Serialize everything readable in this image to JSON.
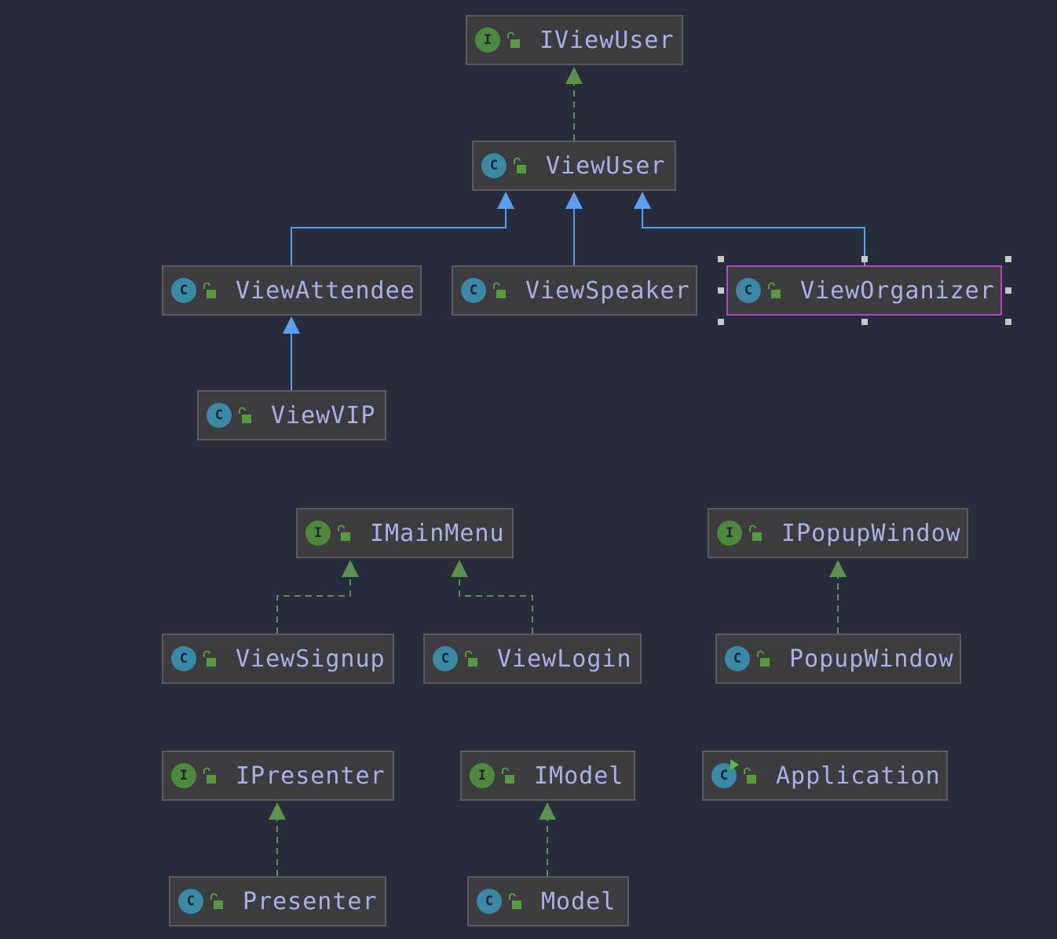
{
  "nodes": {
    "iviewuser": {
      "label": "IViewUser",
      "kind": "interface",
      "kind_letter": "I"
    },
    "viewuser": {
      "label": "ViewUser",
      "kind": "class",
      "kind_letter": "C"
    },
    "viewattendee": {
      "label": "ViewAttendee",
      "kind": "class",
      "kind_letter": "C"
    },
    "viewspeaker": {
      "label": "ViewSpeaker",
      "kind": "class",
      "kind_letter": "C"
    },
    "vieworganizer": {
      "label": "ViewOrganizer",
      "kind": "class",
      "kind_letter": "C",
      "selected": true
    },
    "viewvip": {
      "label": "ViewVIP",
      "kind": "class",
      "kind_letter": "C"
    },
    "imainmenu": {
      "label": "IMainMenu",
      "kind": "interface",
      "kind_letter": "I"
    },
    "ipopupwindow": {
      "label": "IPopupWindow",
      "kind": "interface",
      "kind_letter": "I"
    },
    "viewsignup": {
      "label": "ViewSignup",
      "kind": "class",
      "kind_letter": "C"
    },
    "viewlogin": {
      "label": "ViewLogin",
      "kind": "class",
      "kind_letter": "C"
    },
    "popupwindow": {
      "label": "PopupWindow",
      "kind": "class",
      "kind_letter": "C"
    },
    "ipresenter": {
      "label": "IPresenter",
      "kind": "interface",
      "kind_letter": "I"
    },
    "imodel": {
      "label": "IModel",
      "kind": "interface",
      "kind_letter": "I"
    },
    "application": {
      "label": "Application",
      "kind": "runnable-class",
      "kind_letter": "C"
    },
    "presenter": {
      "label": "Presenter",
      "kind": "class",
      "kind_letter": "C"
    },
    "model": {
      "label": "Model",
      "kind": "class",
      "kind_letter": "C"
    }
  },
  "edges": [
    {
      "from": "viewuser",
      "to": "iviewuser",
      "type": "realization"
    },
    {
      "from": "viewattendee",
      "to": "viewuser",
      "type": "generalization"
    },
    {
      "from": "viewspeaker",
      "to": "viewuser",
      "type": "generalization"
    },
    {
      "from": "vieworganizer",
      "to": "viewuser",
      "type": "generalization"
    },
    {
      "from": "viewvip",
      "to": "viewattendee",
      "type": "generalization"
    },
    {
      "from": "viewsignup",
      "to": "imainmenu",
      "type": "realization"
    },
    {
      "from": "viewlogin",
      "to": "imainmenu",
      "type": "realization"
    },
    {
      "from": "popupwindow",
      "to": "ipopupwindow",
      "type": "realization"
    },
    {
      "from": "presenter",
      "to": "ipresenter",
      "type": "realization"
    },
    {
      "from": "model",
      "to": "imodel",
      "type": "realization"
    }
  ],
  "colors": {
    "background": "#282b3a",
    "node_fill": "#3c3c3e",
    "node_border": "#5b5c5e",
    "selected_border": "#b04ac6",
    "label": "#a9b2e6",
    "interface_icon": "#4e8a3d",
    "class_icon": "#3a8aa6",
    "lock_icon": "#5a9a3e",
    "generalization_edge": "#5b9ef2",
    "realization_edge": "#5e9150"
  },
  "icons": {
    "interface": "interface-icon",
    "class": "class-icon",
    "runnable-class": "runnable-class-icon",
    "visibility": "unlocked-padlock-icon"
  }
}
